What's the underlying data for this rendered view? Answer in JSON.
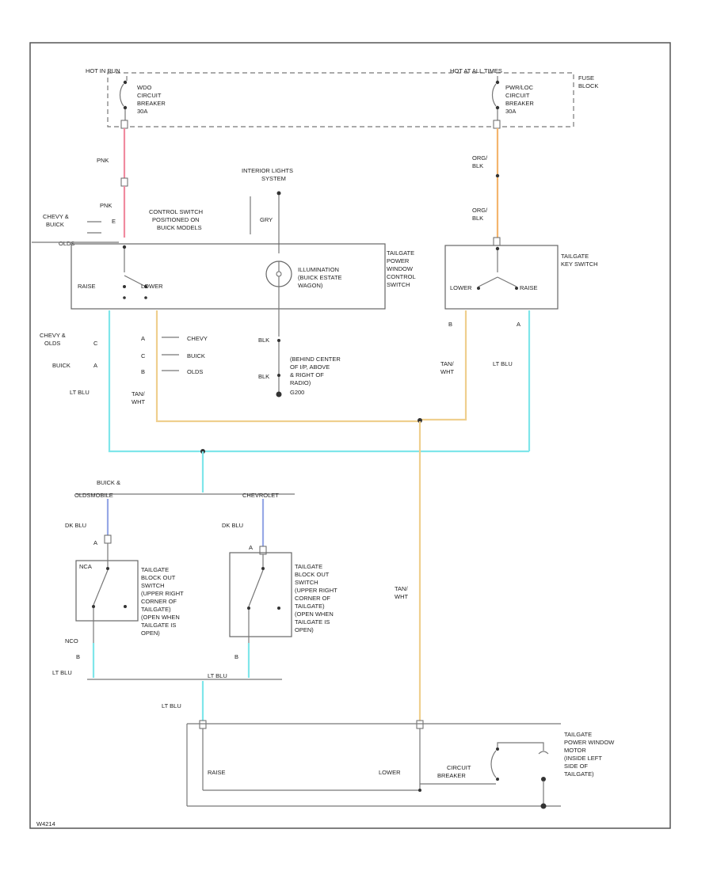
{
  "labels": {
    "hot_in_run": "HOT IN RUN",
    "hot_at_all_times": "HOT AT ALL TIMES",
    "fuse_block": "FUSE BLOCK",
    "wdo_cb": [
      "WDO",
      "CIRCUIT",
      "BREAKER",
      "30A"
    ],
    "pwrlock_cb": [
      "PWR/LOC",
      "CIRCUIT",
      "BREAKER",
      "30A"
    ],
    "interior_lights": [
      "INTERIOR LIGHTS",
      "SYSTEM"
    ],
    "control_switch_note": [
      "CONTROL SWITCH",
      "POSITIONED ON",
      "BUICK MODELS"
    ],
    "tg_control_switch": [
      "TAILGATE",
      "POWER",
      "WINDOW",
      "CONTROL",
      "SWITCH"
    ],
    "tg_key_switch": [
      "TAILGATE",
      "KEY SWITCH"
    ],
    "illumination": [
      "ILLUMINATION",
      "(BUICK ESTATE",
      "WAGON)"
    ],
    "ground_note": [
      "(BEHIND CENTER",
      "OF I/P, ABOVE",
      "& RIGHT OF",
      "RADIO)",
      "G200"
    ],
    "chevy_buick": [
      "CHEVY &",
      "BUICK"
    ],
    "olds": "OLDS",
    "chevy_olds": [
      "CHEVY &",
      "OLDS"
    ],
    "buick": "BUICK",
    "chevy": "CHEVY",
    "raise": "RAISE",
    "lower": "LOWER",
    "wire_pnk": "PNK",
    "wire_org_blk": [
      "ORG/",
      "BLK"
    ],
    "wire_gry": "GRY",
    "wire_blk": "BLK",
    "wire_lt_blu": "LT BLU",
    "wire_tan_wht": [
      "TAN/",
      "WHT"
    ],
    "wire_dk_blu": "DK BLU",
    "buick_olds": [
      "BUICK &",
      "OLDSMOBILE"
    ],
    "chevrolet": "CHEVROLET",
    "blockout_left": [
      "TAILGATE",
      "BLOCK OUT",
      "SWITCH",
      "(UPPER RIGHT",
      "CORNER OF",
      "TAILGATE)",
      "(OPEN WHEN",
      "TAILGATE IS",
      "OPEN)"
    ],
    "blockout_right": [
      "TAILGATE",
      "BLOCK OUT",
      "SWITCH",
      "(UPPER RIGHT",
      "CORNER OF",
      "TAILGATE)",
      "(OPEN WHEN",
      "TAILGATE IS",
      "OPEN)"
    ],
    "nca": "NCA",
    "nco": "NCO",
    "circuit_breaker": [
      "CIRCUIT",
      "BREAKER"
    ],
    "motor": [
      "TAILGATE",
      "POWER WINDOW",
      "MOTOR",
      "(INSIDE LEFT",
      "SIDE OF",
      "TAILGATE)"
    ],
    "pin_a": "A",
    "pin_b": "B",
    "pin_c": "C",
    "pin_e": "E",
    "fig_id": "W4214"
  }
}
